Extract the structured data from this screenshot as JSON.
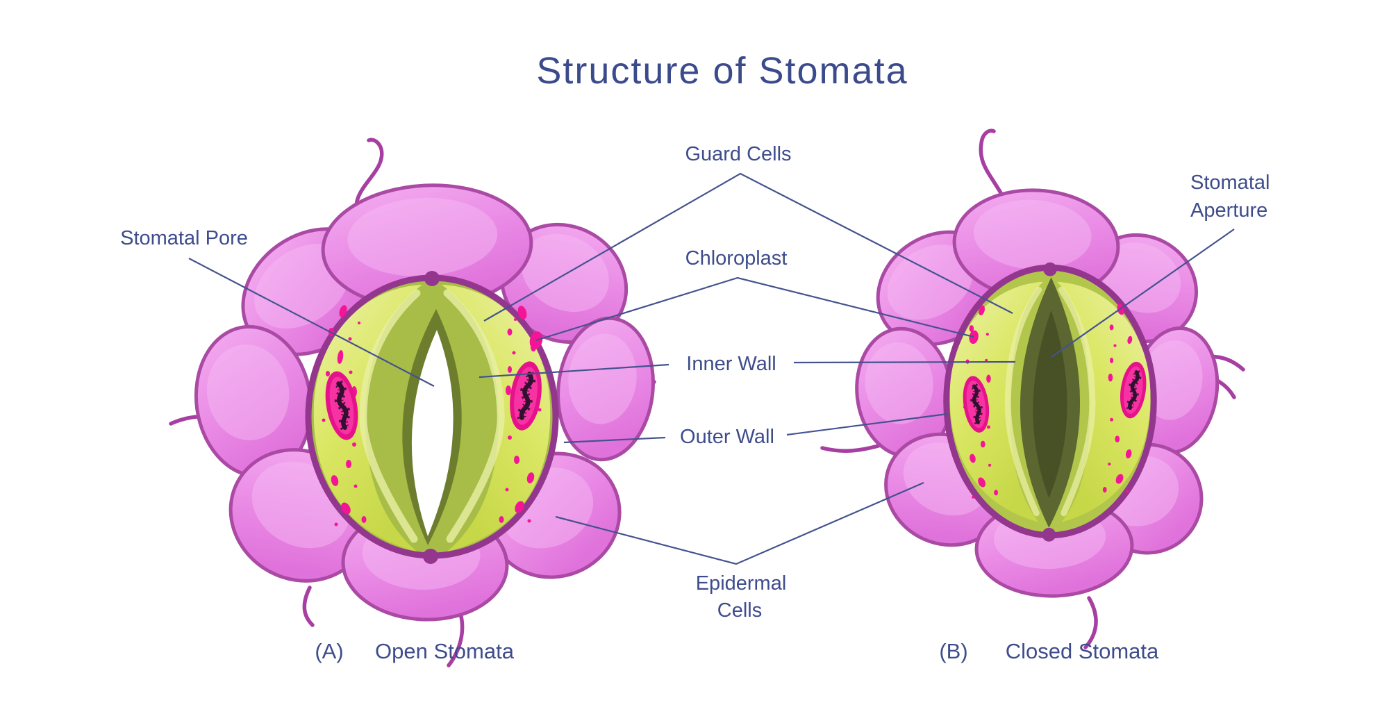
{
  "title": "Structure of Stomata",
  "labels": {
    "guard_cells": "Guard Cells",
    "chloroplast": "Chloroplast",
    "inner_wall": "Inner Wall",
    "outer_wall": "Outer Wall",
    "epidermal_line1": "Epidermal",
    "epidermal_line2": "Cells",
    "stomatal_pore": "Stomatal Pore",
    "aperture_line1": "Stomatal",
    "aperture_line2": "Aperture"
  },
  "captions": {
    "a_prefix": "(A)",
    "a_text": "Open Stomata",
    "b_prefix": "(B)",
    "b_text": "Closed Stomata"
  },
  "colors": {
    "label_navy": "#3e4c8c",
    "leader_line": "#44528f",
    "epidermal_pink": "#ea8ce6",
    "epidermal_outline": "#aa4aa4",
    "guard_outline_purple": "#93368e",
    "guard_cell_green": "#dbe765",
    "inner_wall_olive": "#6d7d2e",
    "closed_aperture_dark": "#485126",
    "chloroplast_pink": "#f41496",
    "nucleus_pink": "#e5128c",
    "pore_white": "#ffffff"
  }
}
